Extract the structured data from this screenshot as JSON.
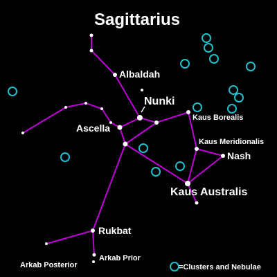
{
  "title": "Sagittarius",
  "colors": {
    "background": "#000000",
    "lines": "#c000d8",
    "stars": "#ffffff",
    "clusters": "#20c0d0",
    "text": "#ffffff"
  },
  "stars": [
    {
      "id": "s_top",
      "label": ""
    },
    {
      "id": "s_top2",
      "label": ""
    },
    {
      "id": "albaldah",
      "label": "Albaldah"
    },
    {
      "id": "s_isolated",
      "label": ""
    },
    {
      "id": "nunki",
      "label": "Nunki"
    },
    {
      "id": "ascella",
      "label": "Ascella"
    },
    {
      "id": "s_center",
      "label": ""
    },
    {
      "id": "kaus_borealis",
      "label": "Kaus Borealis"
    },
    {
      "id": "s_kb_low",
      "label": ""
    },
    {
      "id": "kaus_meridionalis",
      "label": "Kaus Meridionalis"
    },
    {
      "id": "nash",
      "label": "Nash"
    },
    {
      "id": "kaus_australis",
      "label": "Kaus Australis"
    },
    {
      "id": "s_tail",
      "label": ""
    },
    {
      "id": "rukbat",
      "label": "Rukbat"
    },
    {
      "id": "arkab_prior",
      "label": "Arkab Prior"
    },
    {
      "id": "arkab_posterior",
      "label": "Arkab Posterior"
    },
    {
      "id": "s_left1",
      "label": ""
    },
    {
      "id": "s_left2",
      "label": ""
    },
    {
      "id": "s_left3",
      "label": ""
    },
    {
      "id": "s_left4",
      "label": ""
    },
    {
      "id": "s_left5",
      "label": ""
    },
    {
      "id": "s_rukbat_left",
      "label": ""
    }
  ],
  "legend": {
    "label": "=Clusters and Nebulae",
    "icon": "ring-icon"
  }
}
